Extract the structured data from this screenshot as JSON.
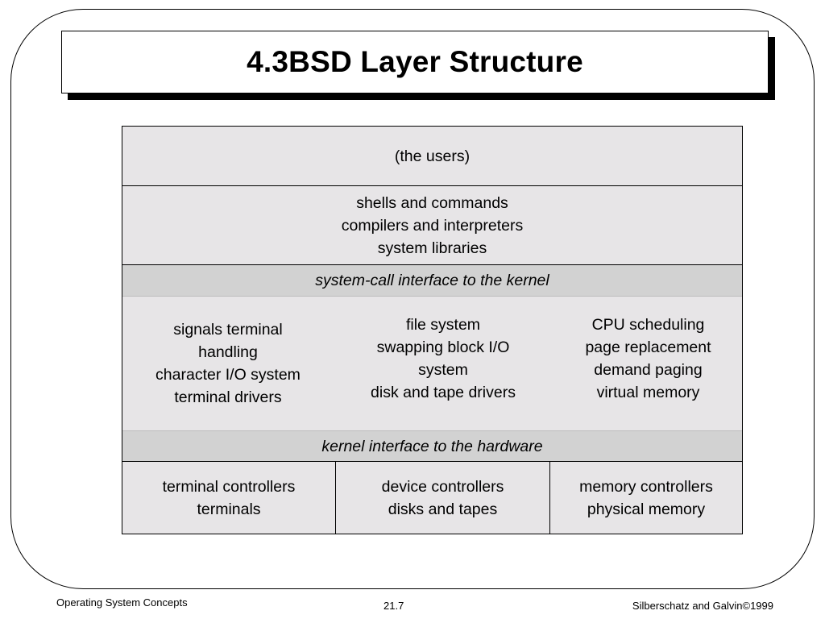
{
  "title": "4.3BSD Layer Structure",
  "layers": {
    "users": [
      "(the users)"
    ],
    "shells": [
      "shells and commands",
      "compilers and interpreters",
      "system libraries"
    ],
    "syscall_interface": "system-call interface to the kernel",
    "kernel": [
      [
        "signals terminal",
        "handling",
        "character I/O system",
        "terminal drivers"
      ],
      [
        "file system",
        "swapping block I/O",
        "system",
        "disk and tape drivers"
      ],
      [
        "CPU scheduling",
        "page replacement",
        "demand paging",
        "virtual memory"
      ]
    ],
    "hardware_interface": "kernel interface to the hardware",
    "hardware": [
      [
        "terminal controllers",
        "terminals"
      ],
      [
        "device controllers",
        "disks and tapes"
      ],
      [
        "memory controllers",
        "physical memory"
      ]
    ]
  },
  "footer": {
    "left": "Operating System Concepts",
    "center": "21.7",
    "right": "Silberschatz and Galvin©1999"
  }
}
